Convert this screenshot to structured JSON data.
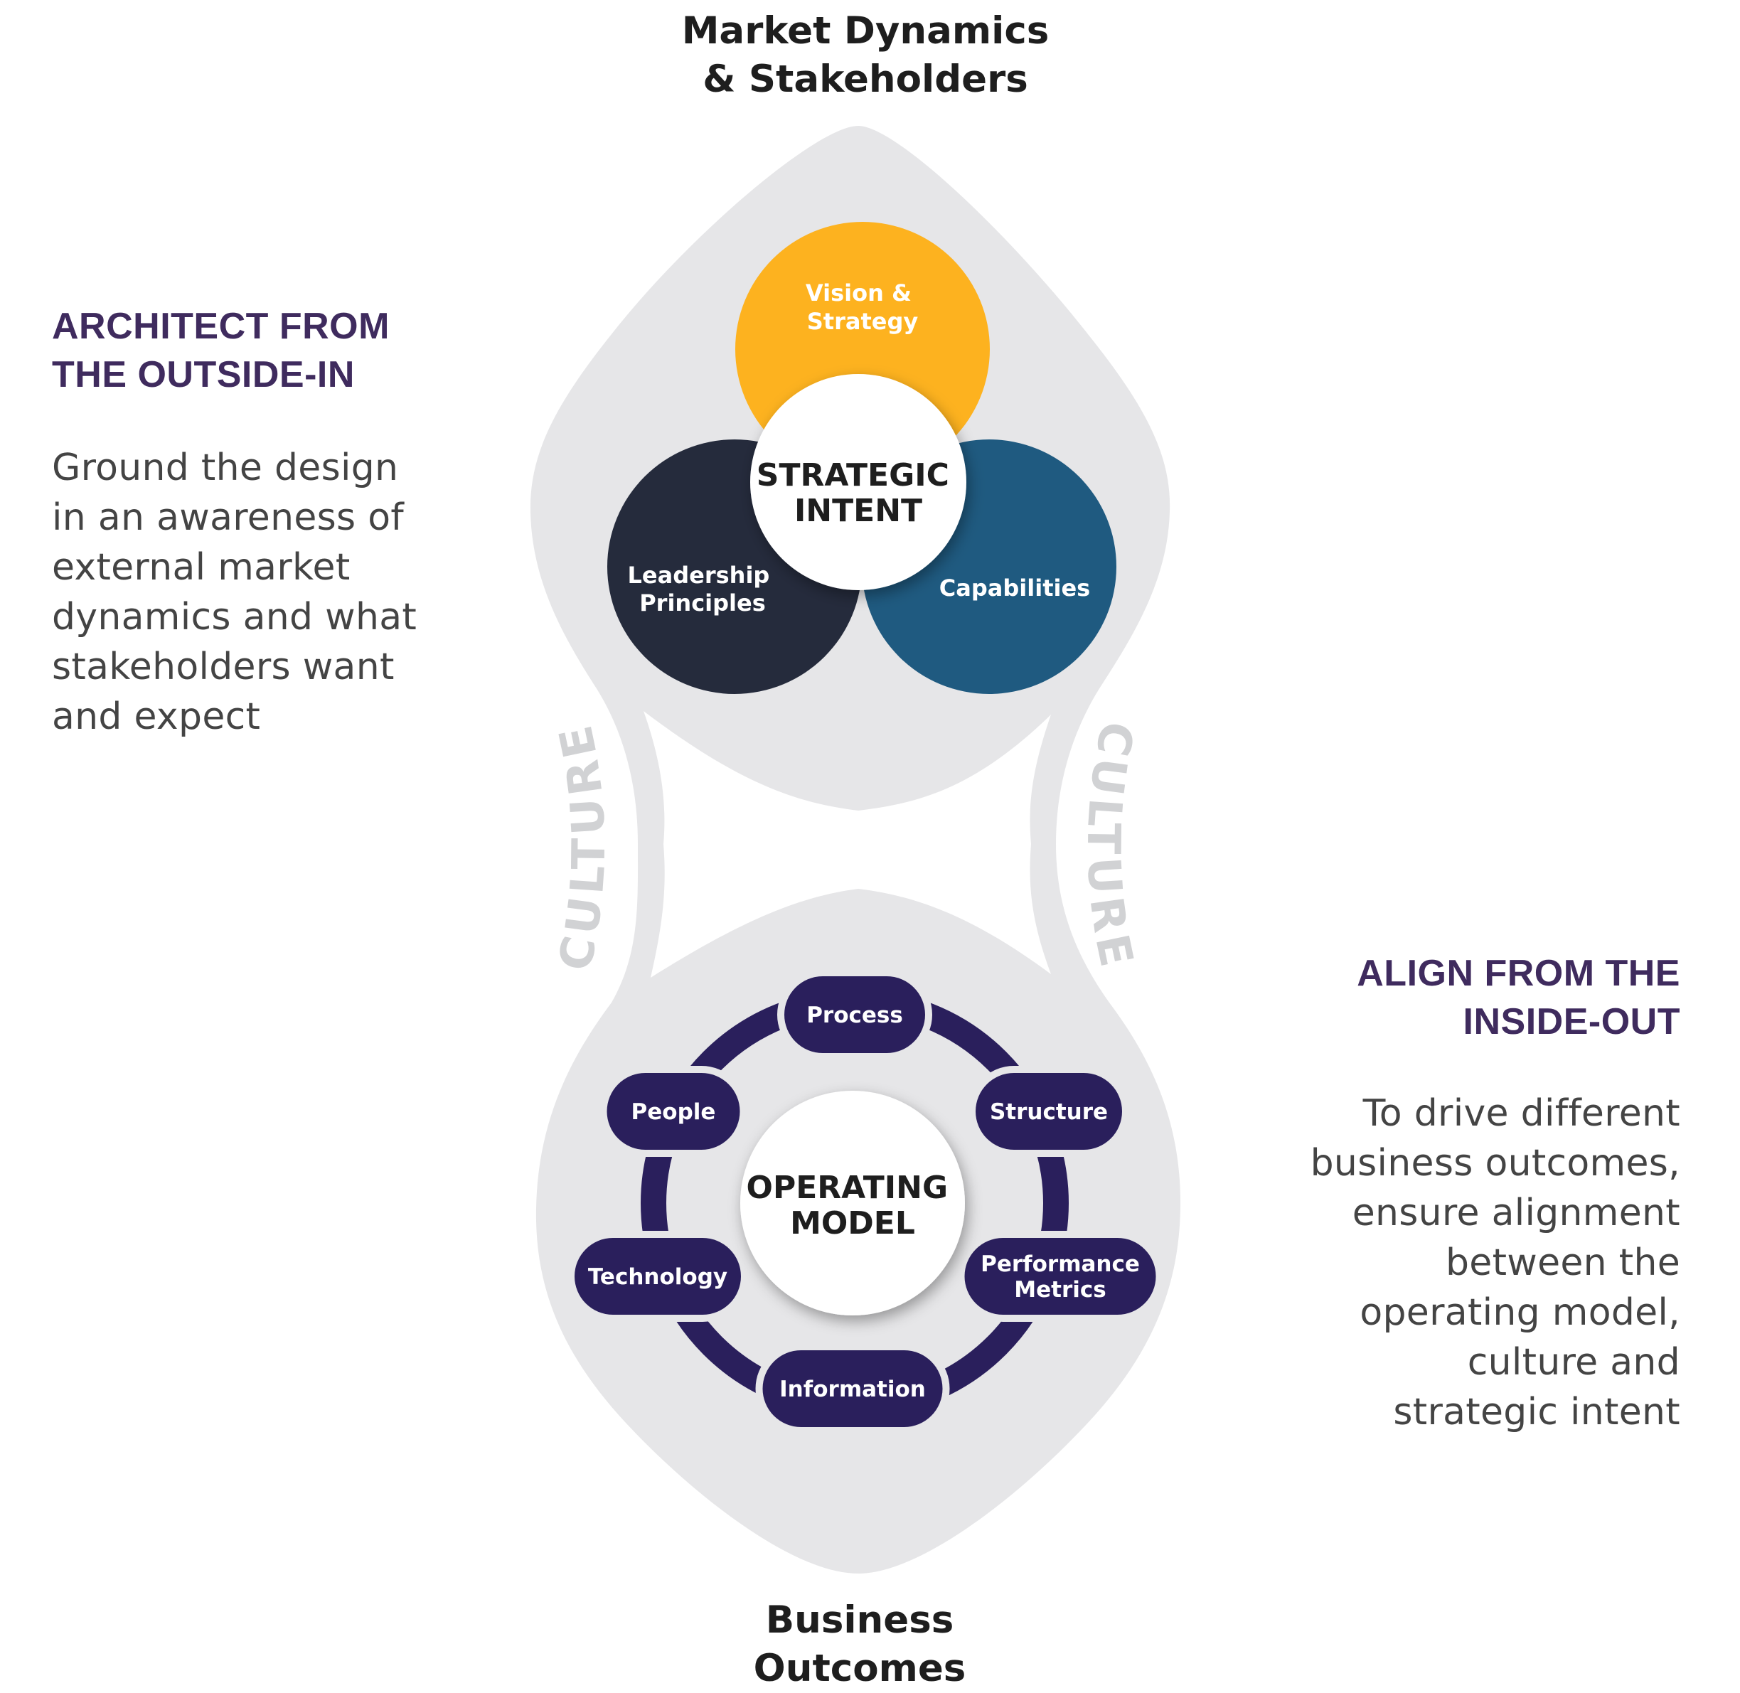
{
  "top_title": {
    "lines": [
      "Market Dynamics",
      "& Stakeholders"
    ]
  },
  "bottom_title": {
    "lines": [
      "Business",
      "Outcomes"
    ]
  },
  "left_panel": {
    "heading_lines": [
      "ARCHITECT FROM",
      "THE OUTSIDE-IN"
    ],
    "body_lines": [
      "Ground the design",
      "in an awareness of",
      "external market",
      "dynamics and what",
      "stakeholders want",
      "and expect"
    ]
  },
  "right_panel": {
    "heading_lines": [
      "ALIGN FROM THE",
      "INSIDE-OUT"
    ],
    "body_lines": [
      "To drive different",
      "business outcomes,",
      "ensure alignment",
      "between the",
      "operating model,",
      "culture and",
      "strategic intent"
    ]
  },
  "culture_label": "CULTURE",
  "strategic_intent": {
    "center_lines": [
      "STRATEGIC",
      "INTENT"
    ],
    "circles": [
      {
        "id": "vision",
        "lines": [
          "Vision &",
          "Strategy"
        ],
        "color": "#FDB21F"
      },
      {
        "id": "leadership",
        "lines": [
          "Leadership",
          "Principles"
        ],
        "color": "#252B3C"
      },
      {
        "id": "capabilities",
        "lines": [
          "Capabilities"
        ],
        "color": "#1F5A80"
      }
    ]
  },
  "operating_model": {
    "center_lines": [
      "OPERATING",
      "MODEL"
    ],
    "ring_color": "#2A1F5C",
    "nodes": [
      {
        "id": "process",
        "lines": [
          "Process"
        ]
      },
      {
        "id": "structure",
        "lines": [
          "Structure"
        ]
      },
      {
        "id": "performance-metrics",
        "lines": [
          "Performance",
          "Metrics"
        ]
      },
      {
        "id": "information",
        "lines": [
          "Information"
        ]
      },
      {
        "id": "technology",
        "lines": [
          "Technology"
        ]
      },
      {
        "id": "people",
        "lines": [
          "People"
        ]
      }
    ]
  },
  "colors": {
    "background_shape": "#E6E6E8",
    "culture_text": "#D1D2D4",
    "heading": "#3F2B5E",
    "body_text": "#444444",
    "title_text": "#1E1E1E"
  }
}
